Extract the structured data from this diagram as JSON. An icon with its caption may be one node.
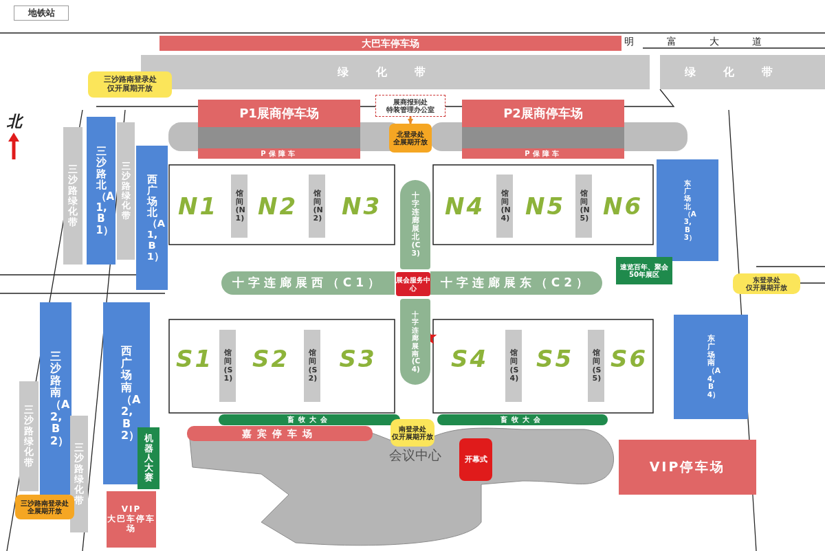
{
  "diagram": {
    "nodes": [
      {
        "text": [
          "地铁站"
        ]
      },
      {
        "text": [
          "大巴车停车场"
        ]
      },
      {
        "text": [
          "绿化带"
        ]
      },
      {
        "text": [
          "绿化带"
        ]
      },
      {
        "text": [
          "三沙路南登录处",
          "仅开展期开放"
        ]
      },
      {
        "text": [
          "P1展商停车场"
        ]
      },
      {
        "text": [
          "展商报到处",
          "特装管理办公室"
        ]
      },
      {
        "text": [
          "P2展商停车场"
        ]
      },
      {
        "text": [
          "北登录处",
          "全展期开放"
        ]
      },
      {
        "text": [
          "P保障车"
        ]
      },
      {
        "text": [
          "P保障车"
        ]
      },
      {
        "text": [
          "三沙路绿化带"
        ]
      },
      {
        "text": [
          "三沙路北（A1, B1）"
        ]
      },
      {
        "text": [
          "三沙路绿化带"
        ]
      },
      {
        "text": [
          "西广场北（A1, B1）"
        ]
      },
      {
        "text": [
          "N1"
        ]
      },
      {
        "text": [
          "馆间(N1)"
        ]
      },
      {
        "text": [
          "N2"
        ]
      },
      {
        "text": [
          "馆间(N2)"
        ]
      },
      {
        "text": [
          "N3"
        ]
      },
      {
        "text": [
          "十字连廊展北(C3)"
        ]
      },
      {
        "text": [
          "N4"
        ]
      },
      {
        "text": [
          "馆间(N4)"
        ]
      },
      {
        "text": [
          "N5"
        ]
      },
      {
        "text": [
          "馆间(N5)"
        ]
      },
      {
        "text": [
          "N6"
        ]
      },
      {
        "text": [
          "东广场北（A3, B3）"
        ]
      },
      {
        "text": [
          "速览百年、聚会50年展区"
        ]
      },
      {
        "text": [
          "十字连廊展西（C1）"
        ]
      },
      {
        "text": [
          "展会服务中心"
        ]
      },
      {
        "text": [
          "十字连廊展东（C2）"
        ]
      },
      {
        "text": [
          "东登录处",
          "仅开展期开放"
        ]
      },
      {
        "text": [
          "S1"
        ]
      },
      {
        "text": [
          "馆间(S1)"
        ]
      },
      {
        "text": [
          "S2"
        ]
      },
      {
        "text": [
          "馆间(S2)"
        ]
      },
      {
        "text": [
          "S3"
        ]
      },
      {
        "text": [
          "十字连廊展南(C4)"
        ]
      },
      {
        "text": [
          "S4"
        ]
      },
      {
        "text": [
          "馆间(S4)"
        ]
      },
      {
        "text": [
          "S5"
        ]
      },
      {
        "text": [
          "馆间(S5)"
        ]
      },
      {
        "text": [
          "S6"
        ]
      },
      {
        "text": [
          "东广场南（A4, B4）"
        ]
      },
      {
        "text": [
          "三沙路南（A2, B2）"
        ]
      },
      {
        "text": [
          "西广场南（A2, B2）"
        ]
      },
      {
        "text": [
          "三沙路绿化带"
        ]
      },
      {
        "text": [
          "三沙路绿化带"
        ]
      },
      {
        "text": [
          "畜牧大会"
        ]
      },
      {
        "text": [
          "嘉宾停车场"
        ]
      },
      {
        "text": [
          "南登录处",
          "仅开展期开放"
        ]
      },
      {
        "text": [
          "畜牧大会"
        ]
      },
      {
        "text": [
          "会议中心"
        ]
      },
      {
        "text": [
          "开幕式"
        ]
      },
      {
        "text": [
          "VIP停车场"
        ]
      },
      {
        "text": [
          "机器人大赛"
        ]
      },
      {
        "text": [
          "VIP",
          "大巴车停车场"
        ]
      },
      {
        "text": [
          "三沙路南登录处",
          "全展期开放"
        ]
      }
    ],
    "edges": [
      {
        "from": 6,
        "to": 8,
        "arrow": "to",
        "color": "#e8892b"
      }
    ],
    "labels": [
      "明富大道",
      "北"
    ]
  }
}
